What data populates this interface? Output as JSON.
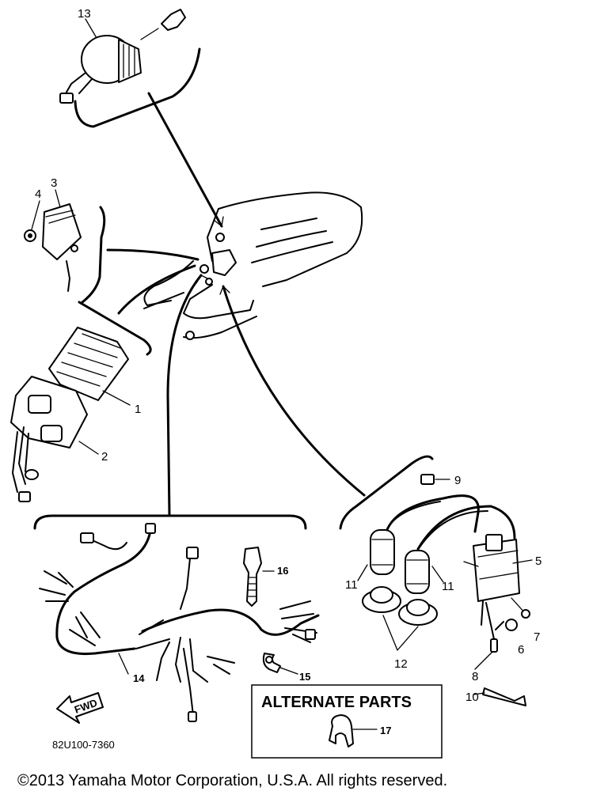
{
  "diagram": {
    "part_numbers": [
      "1",
      "2",
      "3",
      "4",
      "5",
      "6",
      "7",
      "8",
      "9",
      "10",
      "11",
      "11",
      "12",
      "13",
      "14",
      "15",
      "16",
      "17"
    ],
    "alternate_parts_title": "ALTERNATE PARTS",
    "fwd_label": "FWD",
    "drawing_code": "82U100-7360"
  },
  "footer": {
    "copyright": "©2013 Yamaha Motor Corporation, U.S.A. All rights reserved."
  }
}
